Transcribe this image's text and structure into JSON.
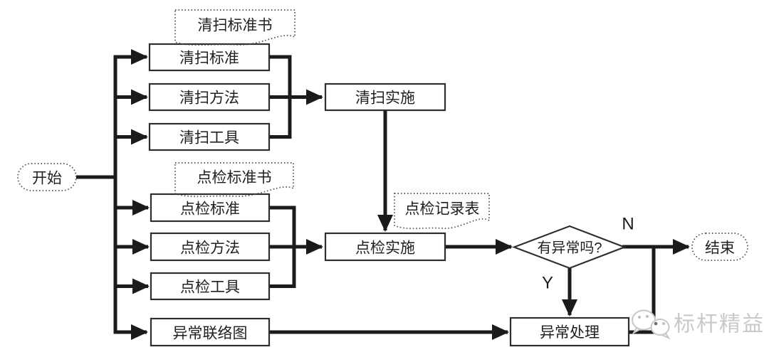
{
  "diagram": {
    "type": "flowchart",
    "language": "zh-CN",
    "nodes": {
      "start": "开始",
      "clean_doc": "清扫标准书",
      "clean_standard": "清扫标准",
      "clean_method": "清扫方法",
      "clean_tool": "清扫工具",
      "clean_exec": "清扫实施",
      "check_doc": "点检标准书",
      "check_standard": "点检标准",
      "check_method": "点检方法",
      "check_tool": "点检工具",
      "check_record": "点检记录表",
      "check_exec": "点检实施",
      "decision": "有异常吗?",
      "abnormal_contact": "异常联络图",
      "abnormal_handle": "异常处理",
      "end": "结束"
    },
    "edge_labels": {
      "no": "N",
      "yes": "Y"
    },
    "watermark": {
      "text": "标杆精益",
      "icon": "wechat-chat-bubbles-icon",
      "color": "#c9c9c9"
    },
    "colors": {
      "background": "#ffffff",
      "line": "#1b1b1b",
      "box_border": "#2e2e2e",
      "dotted_border": "#4a4a4a",
      "text": "#1f1f1f"
    }
  }
}
